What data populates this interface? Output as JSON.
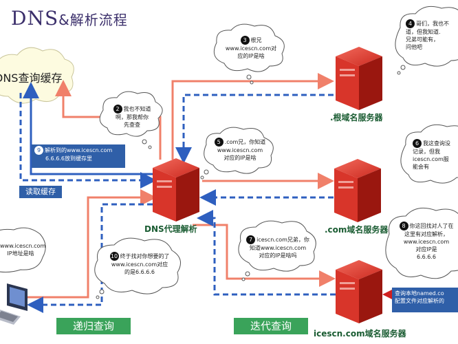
{
  "title": {
    "main": "DNS",
    "rest": "&解析流程"
  },
  "cache": {
    "label": "DNS查询缓存"
  },
  "servers": {
    "root": ".根域名服务器",
    "com": ".com域名服务器",
    "icescn": "icescn.com域名服务器",
    "proxy": "DNS代理解析"
  },
  "buttons": {
    "recursive": "递归查询",
    "iterative": "迭代查询",
    "read_cache": "读取缓存"
  },
  "notes": {
    "step9_line1": "解析到的www.icescn.com",
    "step9_line2": "6.6.6.6放到缓存里",
    "local_line1": "查询本地named.co",
    "local_line2": "配置文件对应解析的"
  },
  "client": {
    "line1": "www.icescn.com",
    "line2": "IP地址是啥"
  },
  "bubbles": {
    "b2": {
      "num": "2",
      "l1": "我也不知道",
      "l2": "啊，那我帮你",
      "l3": "先查查"
    },
    "b3": {
      "num": "3",
      "l1": "根兄",
      "l2": "www.icescn.com对",
      "l3": "应的IP是啥"
    },
    "b4": {
      "num": "4",
      "l1": "哥们，我也不",
      "l2": "道，但我知道.",
      "l3": "兄弟可能有，",
      "l4": "问他吧"
    },
    "b5": {
      "num": "5",
      "l1": ".com兄，你知道",
      "l2": "www.icescn.com",
      "l3": "对应的IP是啥"
    },
    "b6": {
      "num": "6",
      "l1": "我这查询没",
      "l2": "记录，但我",
      "l3": "icescn.com服",
      "l4": "能会有"
    },
    "b7": {
      "num": "7",
      "l1": "icescn.com兄弟，你",
      "l2": "知道www.icescn.com",
      "l3": "对应的IP是啥吗"
    },
    "b8": {
      "num": "8",
      "l1": "你这回找对人了在",
      "l2": "这里有对应解析，",
      "l3": "www.icescn.com",
      "l4": "对应IP是",
      "l5": "6.6.6.6"
    },
    "b9": {
      "num": "9"
    },
    "b10": {
      "num": "10",
      "l1": "终于找对你想要的了",
      "l2": "www.icescn.com对应",
      "l3": "的是6.6.6.6"
    }
  },
  "colors": {
    "request": "#f0806a",
    "response": "#2e5fbf",
    "server": "#c0201a",
    "green": "#3aa35a"
  }
}
